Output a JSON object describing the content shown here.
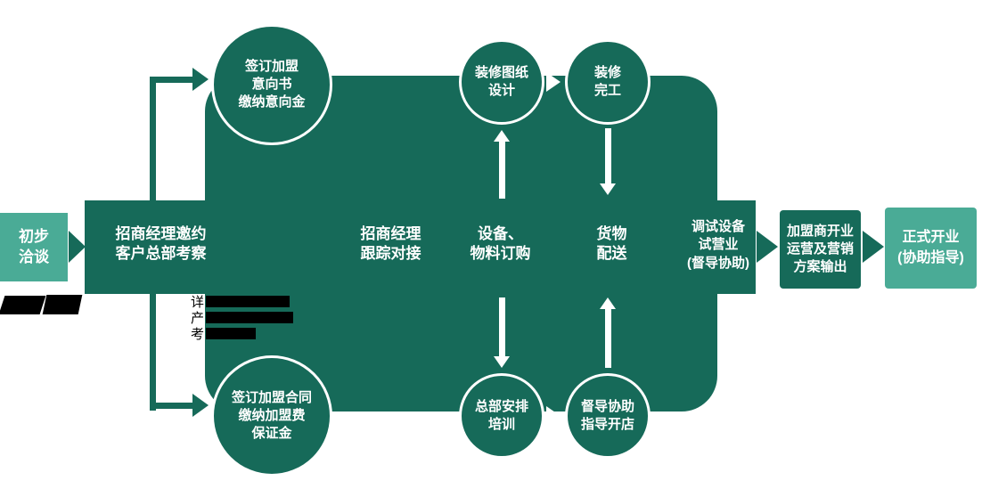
{
  "colors": {
    "dark_teal": "#166a59",
    "light_teal": "#4aab96",
    "text_white": "#ffffff",
    "note_black": "#000000"
  },
  "flow": {
    "start": {
      "lines": [
        "初步",
        "洽谈"
      ]
    },
    "invite": {
      "lines": [
        "招商经理邀约",
        "客户总部考察"
      ]
    },
    "track": {
      "lines": [
        "招商经理",
        "跟踪对接"
      ]
    },
    "equipment": {
      "lines": [
        "设备、",
        "物料订购"
      ]
    },
    "delivery": {
      "lines": [
        "货物",
        "配送"
      ]
    },
    "trial": {
      "lines": [
        "调试设备",
        "试营业",
        "(督导协助)"
      ]
    },
    "opening_support": {
      "lines": [
        "加盟商开业",
        "运营及营销",
        "方案输出"
      ]
    },
    "official_open": {
      "lines": [
        "正式开业",
        "(协助指导)"
      ]
    }
  },
  "circles": {
    "letter_of_intent": {
      "lines": [
        "签订加盟",
        "意向书",
        "缴纳意向金"
      ]
    },
    "design": {
      "lines": [
        "装修图纸",
        "设计"
      ]
    },
    "construction_done": {
      "lines": [
        "装修",
        "完工"
      ]
    },
    "contract": {
      "lines": [
        "签订加盟合同",
        "缴纳加盟费",
        "保证金"
      ]
    },
    "training": {
      "lines": [
        "总部安排",
        "培训"
      ]
    },
    "store_opening_guide": {
      "lines": [
        "督导协助",
        "指导开店"
      ]
    }
  },
  "annotations": {
    "note": {
      "line1_prefix": "详",
      "line2_prefix": "产",
      "line3_prefix": "考"
    }
  }
}
